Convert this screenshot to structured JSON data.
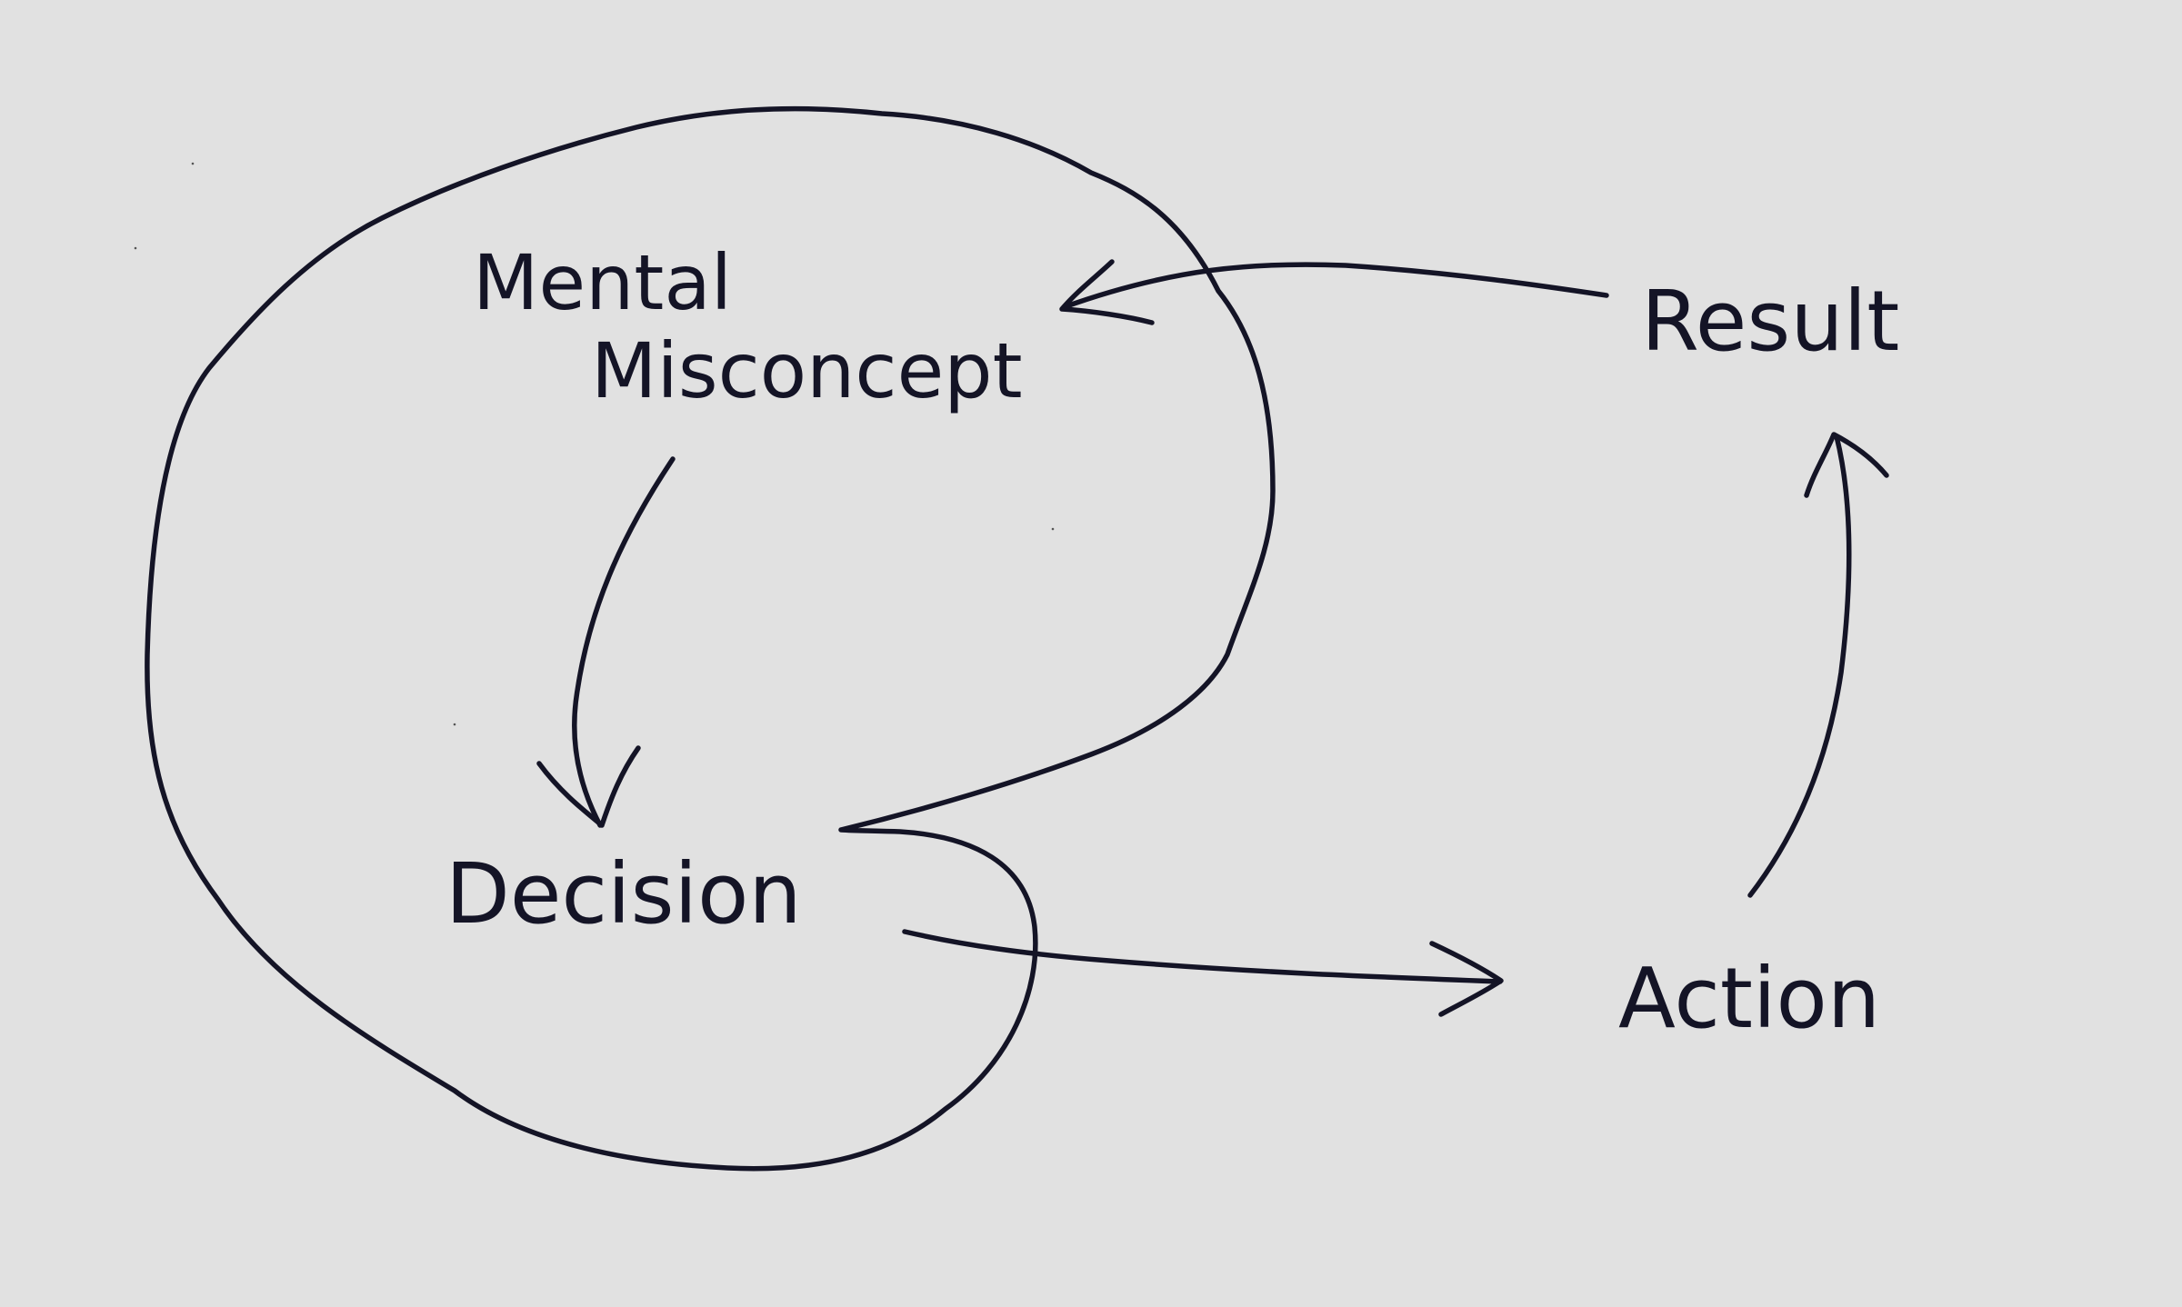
{
  "nodes": {
    "mental_misconcept": {
      "line1": "Mental",
      "line2": "Misconcept"
    },
    "decision": "Decision",
    "action": "Action",
    "result": "Result"
  },
  "colors": {
    "background": "#e1e1e1",
    "ink": "#141426"
  }
}
